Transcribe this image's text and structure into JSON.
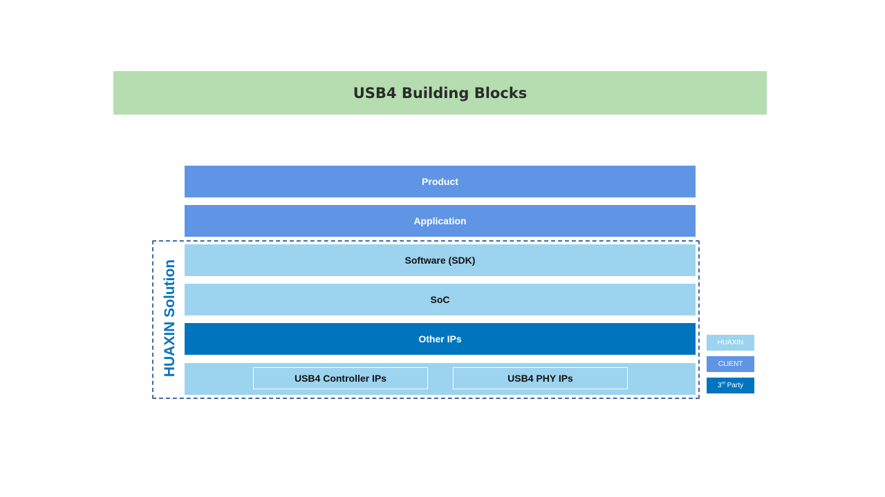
{
  "title": "USB4 Building Blocks",
  "colors": {
    "title_bg": "#b5ddb0",
    "client": "#6095e5",
    "huaxin": "#9cd3ee",
    "third_party": "#0075be",
    "frame": "#3d6aa5"
  },
  "layers": {
    "product": "Product",
    "application": "Application",
    "software": "Software (SDK)",
    "soc": "SoC",
    "other_ips": "Other IPs",
    "controller_ips": "USB4 Controller IPs",
    "phy_ips": "USB4 PHY IPs"
  },
  "solution_label": "HUAXIN Solution",
  "legend": {
    "huaxin": "HUAXIN",
    "client": "CLIENT",
    "third_party_num": "3",
    "third_party_sup": "rd",
    "third_party_text": " Party"
  }
}
